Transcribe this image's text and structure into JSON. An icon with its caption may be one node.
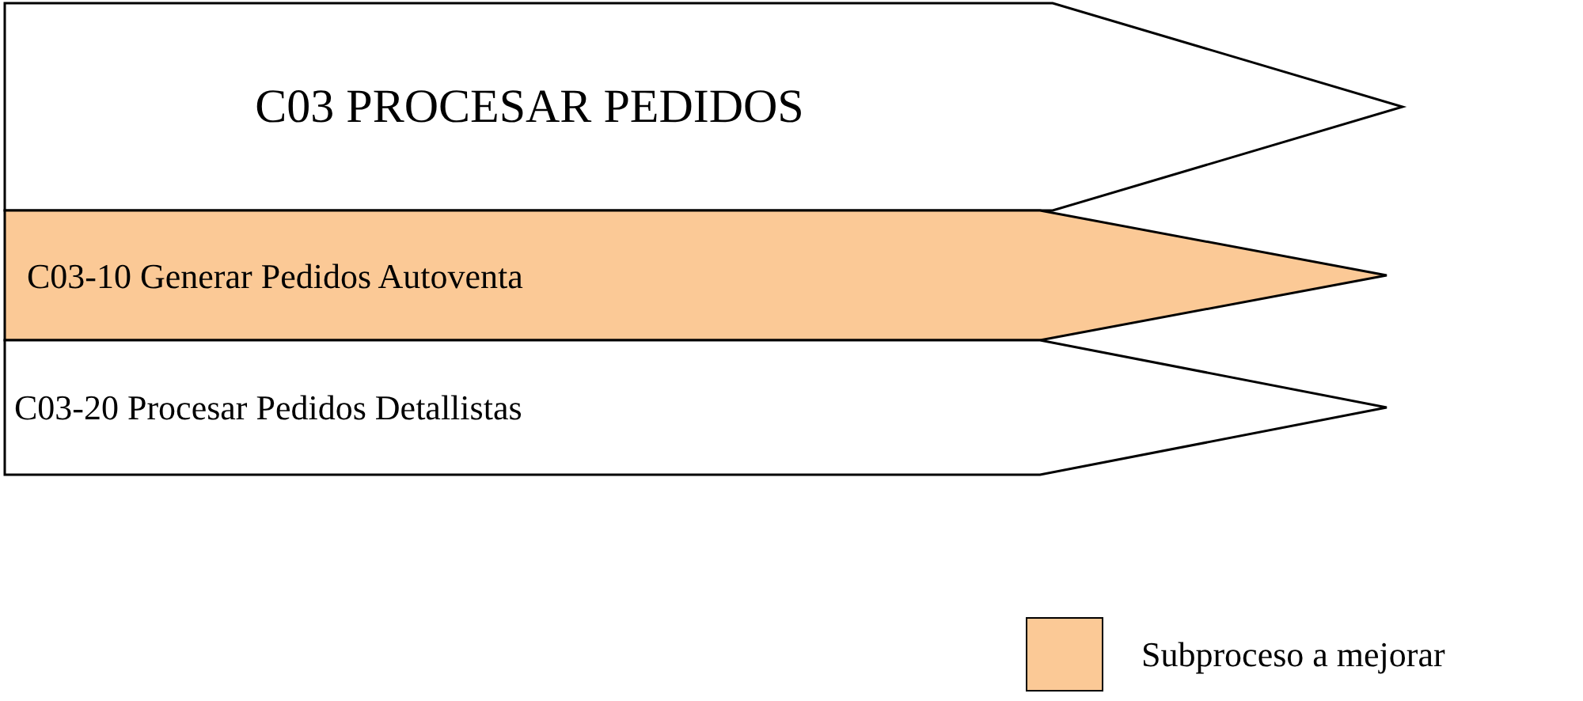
{
  "diagram": {
    "nodes": [
      {
        "text": [
          "C03 PROCESAR PEDIDOS"
        ]
      },
      {
        "text": [
          "C03-10 Generar Pedidos Autoventa"
        ]
      },
      {
        "text": [
          "C03-20 Procesar Pedidos Detallistas"
        ]
      }
    ],
    "legend": [
      {
        "text": "Subproceso a mejorar",
        "color": "#fbc996"
      }
    ]
  }
}
